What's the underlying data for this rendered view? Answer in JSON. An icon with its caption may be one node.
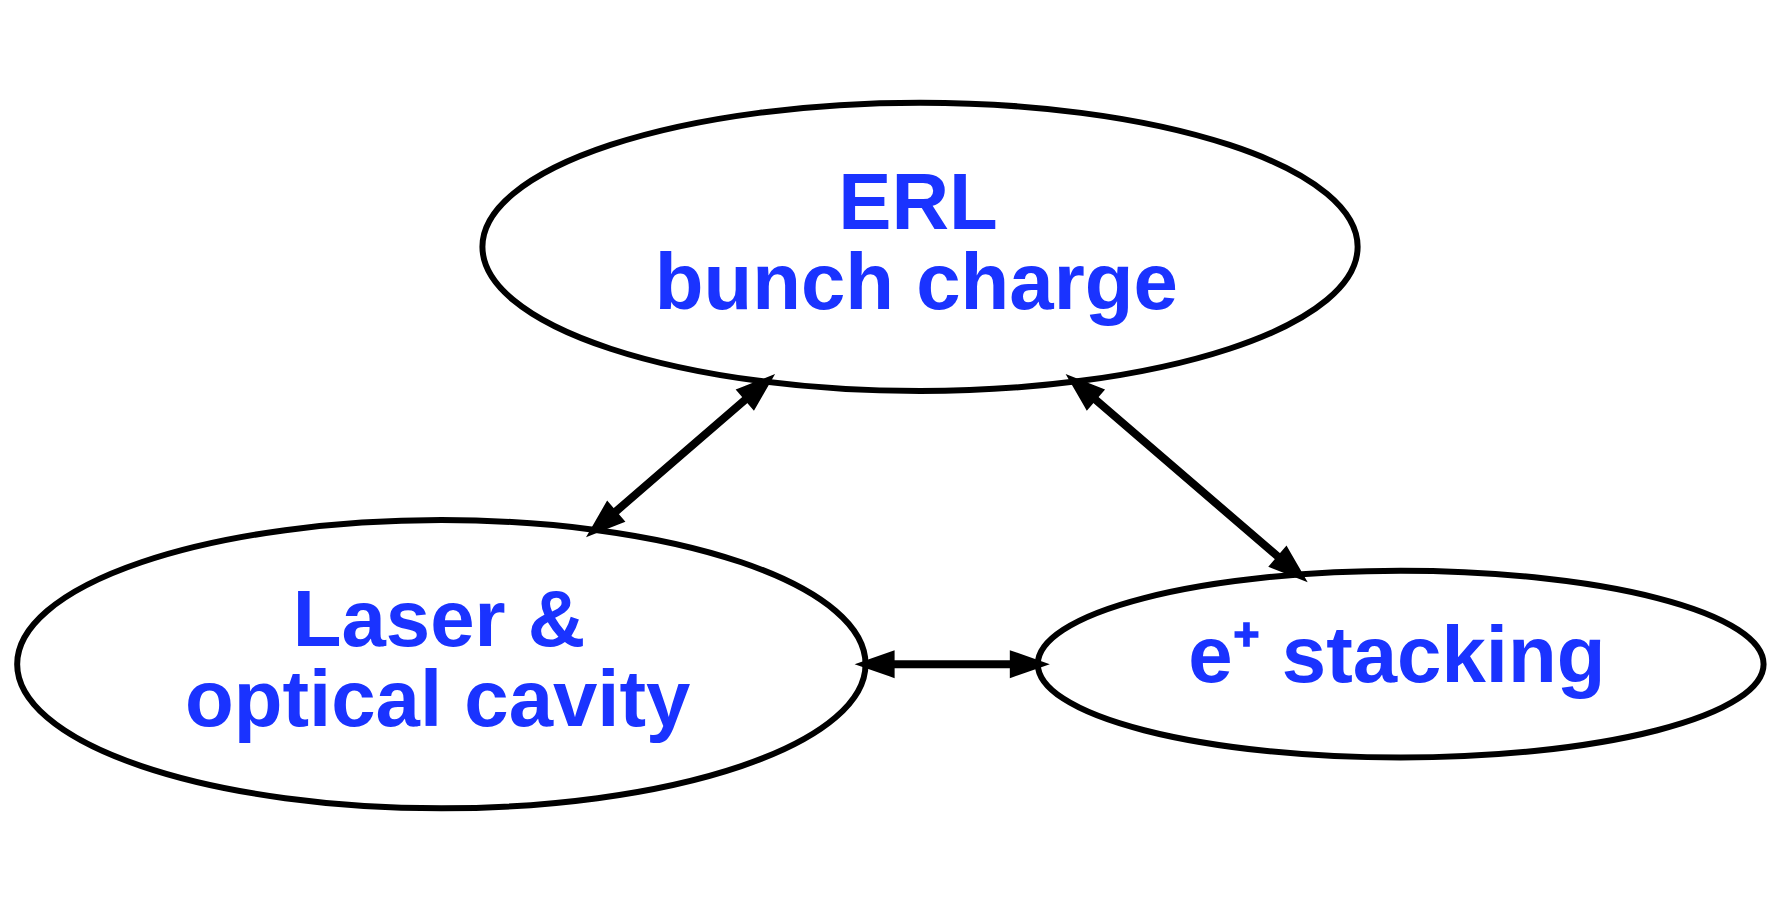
{
  "diagram": {
    "nodes": [
      {
        "text": [
          "ERL bunch charge"
        ]
      },
      {
        "text": [
          "Laser & optical cavity"
        ]
      },
      {
        "text": [
          "e⁺ stacking"
        ]
      }
    ],
    "edges": [
      {
        "from": 0,
        "to": 1,
        "arrow": "both"
      },
      {
        "from": 0,
        "to": 2,
        "arrow": "both"
      },
      {
        "from": 1,
        "to": 2,
        "arrow": "both"
      }
    ]
  }
}
